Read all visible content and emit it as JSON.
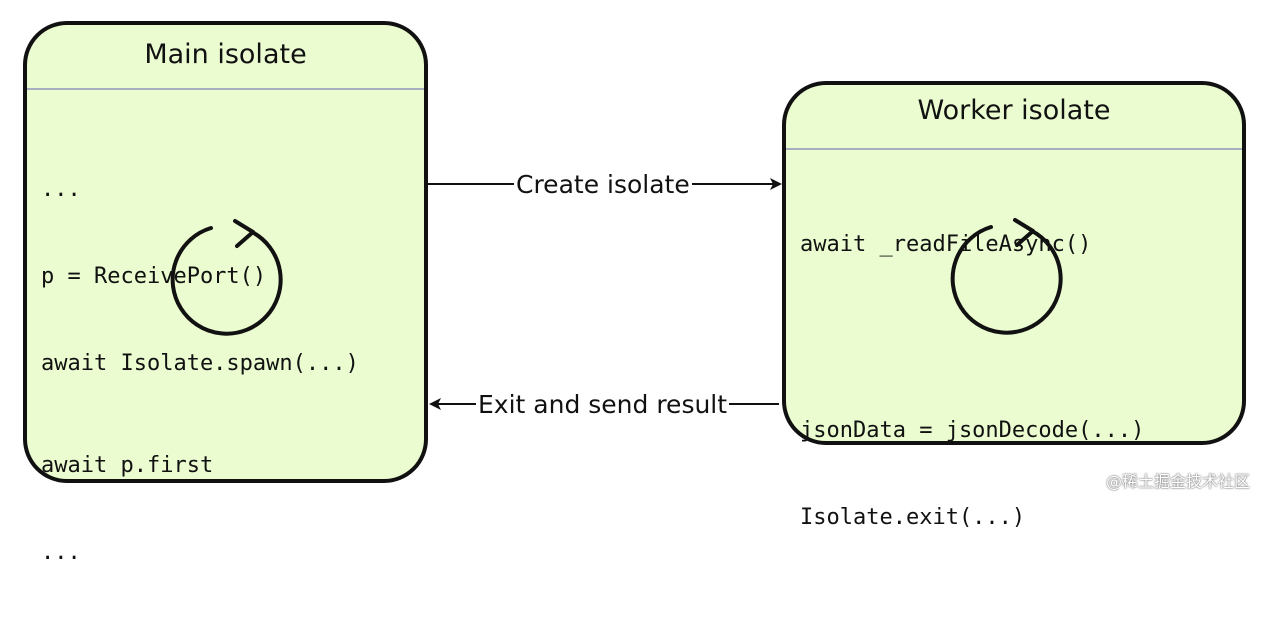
{
  "main_isolate": {
    "title": "Main isolate",
    "code_top": [
      "...",
      "p = ReceivePort()",
      "await Isolate.spawn(...)"
    ],
    "code_bottom": [
      "await p.first",
      "..."
    ]
  },
  "worker_isolate": {
    "title": "Worker isolate",
    "code_top": [
      "await _readFileAsync()"
    ],
    "code_bottom": [
      "jsonData = jsonDecode(...)",
      "Isolate.exit(...)"
    ]
  },
  "arrows": {
    "create_label": "Create isolate",
    "exit_label": "Exit and send result"
  },
  "watermark": "@稀土掘金技术社区",
  "icons": {
    "event_loop": "clockwise-cycle-icon"
  }
}
